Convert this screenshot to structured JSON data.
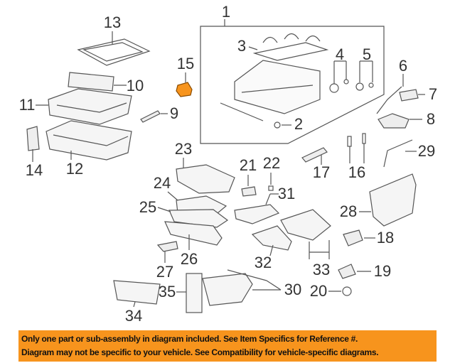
{
  "callouts": [
    "1",
    "2",
    "3",
    "4",
    "5",
    "6",
    "7",
    "8",
    "9",
    "10",
    "11",
    "12",
    "13",
    "14",
    "15",
    "16",
    "17",
    "18",
    "19",
    "20",
    "21",
    "22",
    "23",
    "24",
    "25",
    "26",
    "27",
    "28",
    "29",
    "30",
    "31",
    "32",
    "33",
    "34",
    "35"
  ],
  "highlight_color": "#f7941d",
  "banner": {
    "line1": "Only one part or sub-assembly in diagram included. See Item Specifics for Reference #.",
    "line2": "Diagram may not be specific to your vehicle. See Compatibility for vehicle-specific diagrams."
  }
}
